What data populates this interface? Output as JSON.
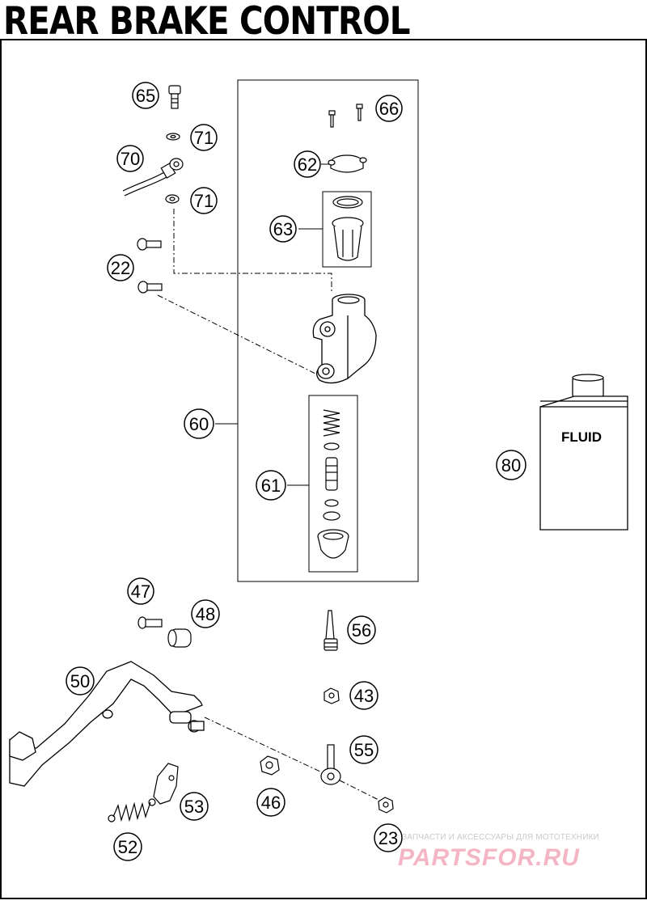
{
  "title": "REAR BRAKE CONTROL",
  "fluid_label": "FLUID",
  "callouts": [
    "65",
    "66",
    "71",
    "70",
    "62",
    "71",
    "63",
    "22",
    "60",
    "61",
    "80",
    "47",
    "48",
    "56",
    "50",
    "43",
    "55",
    "53",
    "46",
    "52",
    "23"
  ],
  "watermark": {
    "tagline": "ЗАПЧАСТИ И АКСЕССУАРЫ ДЛЯ МОТОТЕХНИКИ",
    "brand": "PARTSFOR.RU"
  },
  "colors": {
    "line": "#000000",
    "watermark": "#f4b6c4"
  }
}
